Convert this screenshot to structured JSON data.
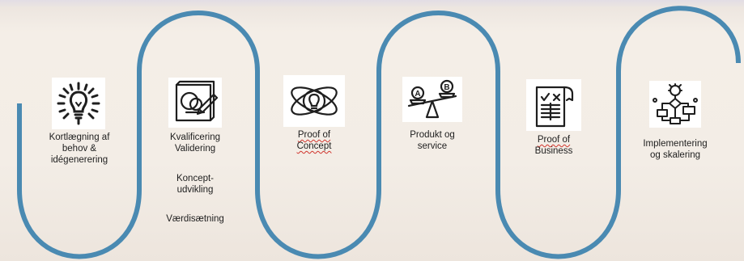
{
  "colors": {
    "path": "#4a8ab2",
    "text": "#1e1e1e",
    "spellcheck": "#d0342c"
  },
  "stages": [
    {
      "icon": "lightbulb-icon",
      "lines": [
        "Kortlægning af",
        "behov &",
        "idégenerering"
      ]
    },
    {
      "icon": "sketch-drawing-icon",
      "lines": [
        "Kvalificering",
        "Validering"
      ],
      "extra": [
        "Koncept-",
        "udvikling"
      ],
      "extra2": "Værdisætning"
    },
    {
      "icon": "atom-lightbulb-icon",
      "lines": [
        "Proof of",
        "Concept"
      ]
    },
    {
      "icon": "scale-balance-icon",
      "lines": [
        "Produkt og",
        "service"
      ]
    },
    {
      "icon": "document-checklist-icon",
      "lines": [
        "Proof of",
        "Business"
      ]
    },
    {
      "icon": "flowchart-icon",
      "lines": [
        "Implementering",
        "og skalering"
      ]
    }
  ]
}
